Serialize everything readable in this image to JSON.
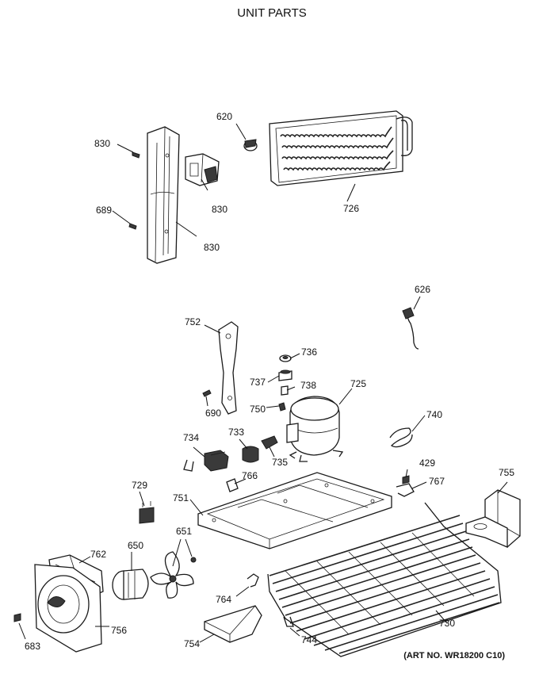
{
  "title": "UNIT PARTS",
  "art_number": "(ART NO. WR18200 C10)",
  "callouts": {
    "c620": "620",
    "c830a": "830",
    "c830b": "830",
    "c830c": "830",
    "c689": "689",
    "c726": "726",
    "c626": "626",
    "c752": "752",
    "c736": "736",
    "c737": "737",
    "c738": "738",
    "c725": "725",
    "c690": "690",
    "c750": "750",
    "c740": "740",
    "c734": "734",
    "c733": "733",
    "c735": "735",
    "c429": "429",
    "c767": "767",
    "c755": "755",
    "c729": "729",
    "c766": "766",
    "c751": "751",
    "c651": "651",
    "c650": "650",
    "c762": "762",
    "c764": "764",
    "c730": "730",
    "c683": "683",
    "c756": "756",
    "c754": "754",
    "c744": "744"
  }
}
